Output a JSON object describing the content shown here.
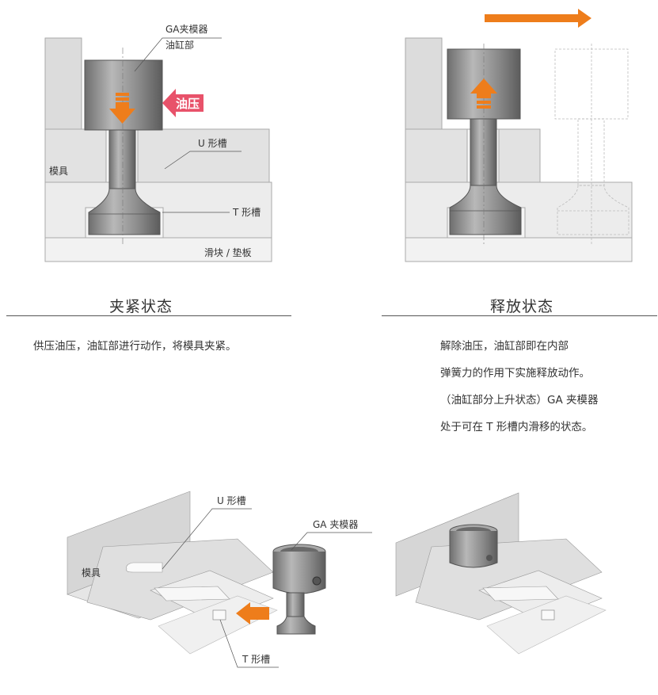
{
  "clamp": {
    "label_clamp": "GA夹模器",
    "label_cylinder": "油缸部",
    "label_oil": "油压",
    "label_u": "U 形槽",
    "label_mold": "模具",
    "label_t": "T 形槽",
    "label_slide": "滑块 / 垫板",
    "title": "夹紧状态",
    "desc": "供压油压，油缸部进行动作，将模具夹紧。"
  },
  "release": {
    "title": "释放状态",
    "desc_lines": [
      "解除油压，油缸部即在内部",
      "弹簧力的作用下实施释放动作。",
      "（油缸部分上升状态）GA 夹模器",
      "处于可在 T 形槽内滑移的状态。"
    ]
  },
  "iso": {
    "label_u": "U 形槽",
    "label_clamp": "GA 夹模器",
    "label_mold": "模具",
    "label_t": "T 形槽"
  },
  "colors": {
    "accent": "#EE7D1B",
    "oil_red": "#E8526A",
    "block": "#E0E0E0",
    "steel": "#8C8C8C"
  }
}
